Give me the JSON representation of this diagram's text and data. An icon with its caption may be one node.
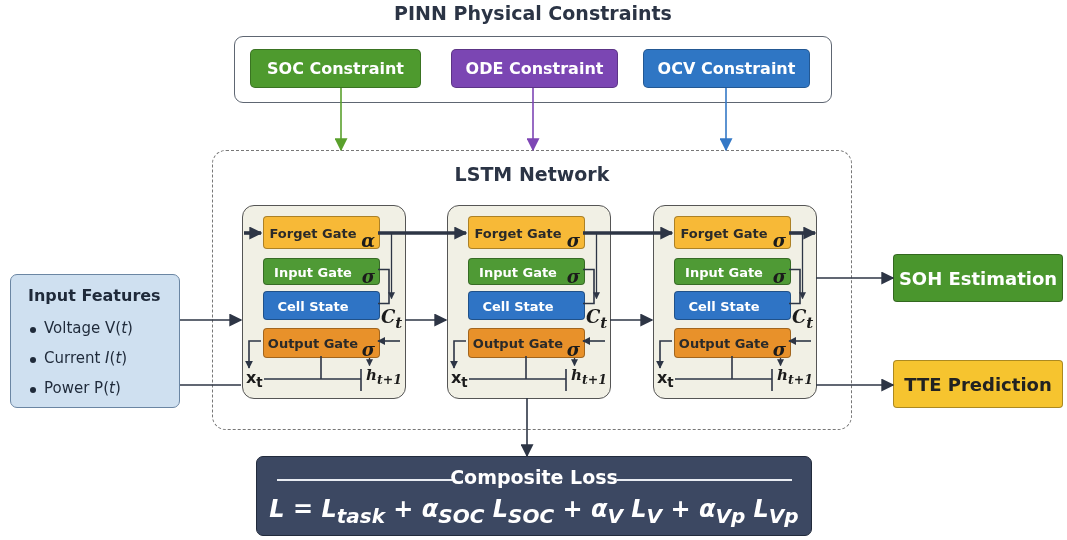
{
  "diagram": {
    "nodes": [
      {
        "text": [
          "PINN Physical Constraints"
        ]
      },
      {
        "text": [
          "SOC Constraint"
        ],
        "in": 0
      },
      {
        "text": [
          "ODE Constraint"
        ],
        "in": 0
      },
      {
        "text": [
          "OCV Constraint"
        ],
        "in": 0
      },
      {
        "text": [
          "LSTM Network"
        ]
      },
      {
        "text": [
          "C$_{t}$",
          "h$_{t+1}$"
        ],
        "in": 4
      },
      {
        "text": [
          "Forget Gate",
          "α"
        ],
        "in": 5
      },
      {
        "text": [
          "Input Gate",
          "σ"
        ],
        "in": 5
      },
      {
        "text": [
          "Cell State"
        ],
        "in": 5
      },
      {
        "text": [
          "Output Gate",
          "σ"
        ],
        "in": 5
      },
      {
        "text": [
          "C$_{t}$",
          "h$_{t+1}$"
        ],
        "in": 4
      },
      {
        "text": [
          "Forget Gate",
          "σ"
        ],
        "in": 10
      },
      {
        "text": [
          "Input Gate",
          "σ"
        ],
        "in": 10
      },
      {
        "text": [
          "Cell State"
        ],
        "in": 10
      },
      {
        "text": [
          "Output Gate",
          "σ"
        ],
        "in": 10
      },
      {
        "text": [
          "C$_{t}$",
          "h$_{t+1}$"
        ],
        "in": 4
      },
      {
        "text": [
          "Forget Gate",
          "σ"
        ],
        "in": 15
      },
      {
        "text": [
          "Input Gate",
          "σ"
        ],
        "in": 15
      },
      {
        "text": [
          "Cell State"
        ],
        "in": 15
      },
      {
        "text": [
          "Output Gate",
          "σ"
        ],
        "in": 15
      },
      {
        "text": [
          "Input Features",
          "Voltage V(*t*)",
          "Current *I*(*t*)",
          "Power P(*t*)"
        ]
      },
      {
        "text": [
          "SOH Estimation"
        ]
      },
      {
        "text": [
          "TTE Prediction"
        ]
      },
      {
        "text": [
          "Composite Loss",
          "L = L$_{task}$ + α$_{SOC}$ L$_{SOC}$ + α$_{V}$ L$_{V}$ + α$_{Vp}$ L$_{Vp}$"
        ]
      },
      {
        "text": [
          "x$_{t}$"
        ],
        "in": 5
      },
      {
        "text": [
          "x$_{t}$"
        ],
        "in": 10
      },
      {
        "text": [
          "x$_{t}$"
        ],
        "in": 15
      }
    ],
    "edges": [
      {
        "from": 1,
        "to": 4,
        "arrow": "to",
        "color": "#5aa02c"
      },
      {
        "from": 2,
        "to": 4,
        "arrow": "to",
        "color": "#7e46b5"
      },
      {
        "from": 3,
        "to": 4,
        "arrow": "to",
        "color": "#3478c6"
      },
      {
        "from": 20,
        "to": 5,
        "arrow": "to"
      },
      {
        "from": 20,
        "to": 5,
        "arrow": "none"
      },
      {
        "from": 5,
        "to": 10,
        "arrow": "to"
      },
      {
        "from": 10,
        "to": 15,
        "arrow": "to"
      },
      {
        "from": null,
        "to": 6,
        "arrow": "to",
        "style": "thick"
      },
      {
        "from": 6,
        "to": 11,
        "arrow": "to",
        "style": "thick"
      },
      {
        "from": 11,
        "to": 16,
        "arrow": "to",
        "style": "thick"
      },
      {
        "from": 16,
        "to": null,
        "arrow": "to",
        "style": "thick"
      },
      {
        "from": 15,
        "to": 21,
        "arrow": "to"
      },
      {
        "from": 15,
        "to": 22,
        "arrow": "to"
      },
      {
        "from": 10,
        "to": 23,
        "arrow": "to"
      },
      {
        "from": 7,
        "to": 8,
        "arrow": "none"
      },
      {
        "from": 12,
        "to": 13,
        "arrow": "none"
      },
      {
        "from": 17,
        "to": 18,
        "arrow": "none"
      },
      {
        "from": null,
        "to": 9,
        "arrow": "to"
      },
      {
        "from": null,
        "to": 14,
        "arrow": "to"
      },
      {
        "from": null,
        "to": 19,
        "arrow": "to"
      },
      {
        "from": 9,
        "to": 24,
        "arrow": "to"
      },
      {
        "from": 14,
        "to": 25,
        "arrow": "to"
      },
      {
        "from": 19,
        "to": 26,
        "arrow": "to"
      },
      {
        "from": 9,
        "to": 24,
        "arrow": "none"
      },
      {
        "from": 14,
        "to": 25,
        "arrow": "none"
      },
      {
        "from": 19,
        "to": 26,
        "arrow": "none"
      }
    ]
  }
}
